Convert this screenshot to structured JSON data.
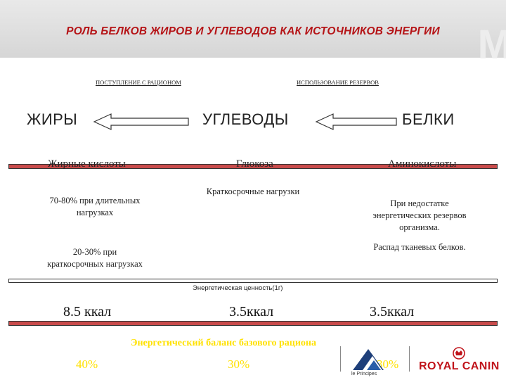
{
  "header": {
    "title": "РОЛЬ БЕЛКОВ ЖИРОВ И УГЛЕВОДОВ КАК ИСТОЧНИКОВ ЭНЕРГИИ",
    "watermark": "M"
  },
  "flow": {
    "label_left": "ПОСТУПЛЕНИЕ С РАЦИОНОМ",
    "label_right": "ИСПОЛЬЗОВАНИЕ РЕЗЕРВОВ",
    "fats": "ЖИРЫ",
    "carbs": "УГЛЕВОДЫ",
    "proteins": "БЕЛКИ"
  },
  "columns": {
    "fats": {
      "head": "Жирные кислоты",
      "line1": "70-80% при длительных",
      "line2": "нагрузках",
      "line3": "20-30% при",
      "line4": "краткосрочных нагрузках",
      "energy": "8.5 ккал"
    },
    "carbs": {
      "head": "Глюкоза",
      "line1": "Краткосрочные нагрузки",
      "energy": "3.5ккал"
    },
    "proteins": {
      "head": "Аминокислоты",
      "line1": "При недостатке",
      "line2": "энергетических резервов",
      "line3": "организма.",
      "line4": "Распад тканевых белков.",
      "energy": "3.5ккал"
    }
  },
  "energy_label": "Энергетическая ценность(1г)",
  "balance": {
    "title": "Энергетический баланс базового рациона",
    "fats_pct": "40%",
    "carbs_pct": "30%",
    "proteins_pct": "30%"
  },
  "logos": {
    "principes_caption": "le Principes",
    "royal_canin": "ROYAL CANIN"
  },
  "colors": {
    "title_red": "#b51417",
    "bar_red": "#c84b4b",
    "balance_yellow": "#ffe100",
    "brand_red": "#c0141b"
  }
}
